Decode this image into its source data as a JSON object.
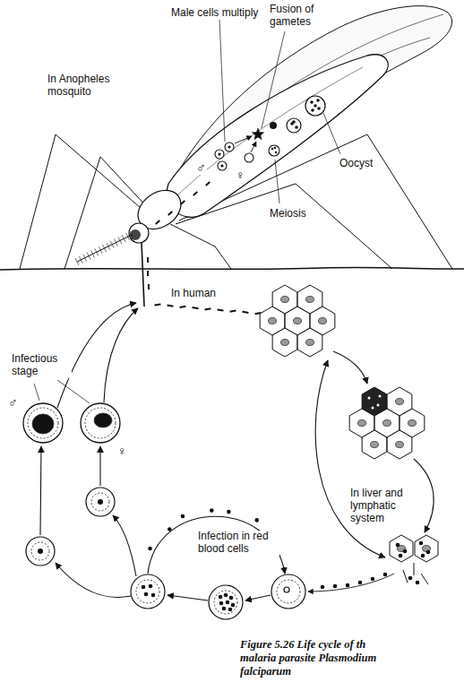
{
  "diagram": {
    "caption": "Figure 5.26 Life cycle of th malaria parasite Plasmodium falciparum",
    "labels": [
      "Male cells multiply",
      "Fusion of gametes",
      "♂",
      "In Anopheles mosquito",
      "Oocyst",
      "♀",
      "Meiosis",
      "In human",
      "Infectious stage",
      "♂",
      "♀",
      "In liver and lymphatic system",
      "Infection in red blood cells"
    ]
  }
}
